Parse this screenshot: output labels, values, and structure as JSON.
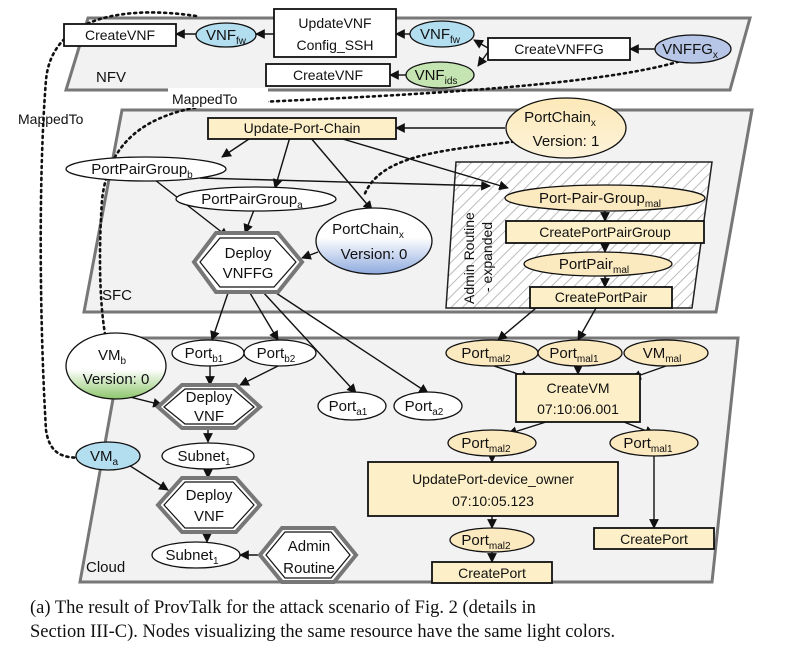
{
  "planes": {
    "nfv": "NFV",
    "sfc": "SFC",
    "cloud": "Cloud"
  },
  "nfv": {
    "create_vnf_top": "CreateVNF",
    "vnf_fw_left": {
      "base": "VNF",
      "sub": "fw"
    },
    "update_vnf": [
      "UpdateVNF",
      "Config_SSH"
    ],
    "vnf_fw_right": {
      "base": "VNF",
      "sub": "fw"
    },
    "create_vnffg": "CreateVNFFG",
    "vnffg_x": {
      "base": "VNFFG",
      "sub": "x"
    },
    "create_vnf_bottom": "CreateVNF",
    "vnf_ids": {
      "base": "VNF",
      "sub": "ids"
    }
  },
  "mapped_to": [
    "MappedTo",
    "MappedTo"
  ],
  "sfc": {
    "update_port_chain": "Update-Port-Chain",
    "port_chain_v1": {
      "base": "PortChain",
      "sub": "x",
      "line2": "Version: 1"
    },
    "port_pair_group_b": {
      "base": "PortPairGroup",
      "sub": "b"
    },
    "port_pair_group_a": {
      "base": "PortPairGroup",
      "sub": "a"
    },
    "port_chain_v0": {
      "base": "PortChain",
      "sub": "x",
      "line2": "Version: 0"
    },
    "deploy_vnffg": [
      "Deploy",
      "VNFFG"
    ],
    "admin_routine_label": [
      "Admin Routine",
      "- expanded"
    ],
    "port_pair_group_mal": {
      "base": "Port-Pair-Group",
      "sub": "mal"
    },
    "create_port_pair_group": "CreatePortPairGroup",
    "port_pair_mal": {
      "base": "PortPair",
      "sub": "mal"
    },
    "create_port_pair": "CreatePortPair"
  },
  "cloud": {
    "vm_b": {
      "base": "VM",
      "sub": "b",
      "line2": "Version: 0"
    },
    "port_b1": {
      "base": "Port",
      "sub": "b1"
    },
    "port_b2": {
      "base": "Port",
      "sub": "b2"
    },
    "deploy_vnf_upper": [
      "Deploy",
      "VNF"
    ],
    "subnet_upper": {
      "base": "Subnet",
      "sub": "1"
    },
    "vm_a": {
      "base": "VM",
      "sub": "a"
    },
    "deploy_vnf_lower": [
      "Deploy",
      "VNF"
    ],
    "subnet_lower": {
      "base": "Subnet",
      "sub": "1"
    },
    "admin_routine": [
      "Admin",
      "Routine"
    ],
    "port_a1": {
      "base": "Port",
      "sub": "a1"
    },
    "port_a2": {
      "base": "Port",
      "sub": "a2"
    },
    "port_mal2_top": {
      "base": "Port",
      "sub": "mal2"
    },
    "port_mal1_top": {
      "base": "Port",
      "sub": "mal1"
    },
    "vm_mal": {
      "base": "VM",
      "sub": "mal"
    },
    "create_vm": [
      "CreateVM",
      "07:10:06.001"
    ],
    "port_mal2_mid": {
      "base": "Port",
      "sub": "mal2"
    },
    "port_mal1_mid": {
      "base": "Port",
      "sub": "mal1"
    },
    "update_port_device_owner": [
      "UpdatePort-device_owner",
      "07:10:05.123"
    ],
    "port_mal2_low": {
      "base": "Port",
      "sub": "mal2"
    },
    "create_port_left": "CreatePort",
    "create_port_right": "CreatePort"
  },
  "caption": [
    "(a) The result of ProvTalk for the attack scenario of Fig. 2 (details in",
    "Section III-C). Nodes visualizing the same resource have the same light colors."
  ],
  "colors": {
    "activity_fill": "#fdf0c8",
    "mal_fill": "#fbe9c0",
    "vnf_fill": "#b3def0",
    "ids_fill": "#c4e5b1",
    "vnffg_fill": "#b7c6e6",
    "white": "#ffffff"
  }
}
